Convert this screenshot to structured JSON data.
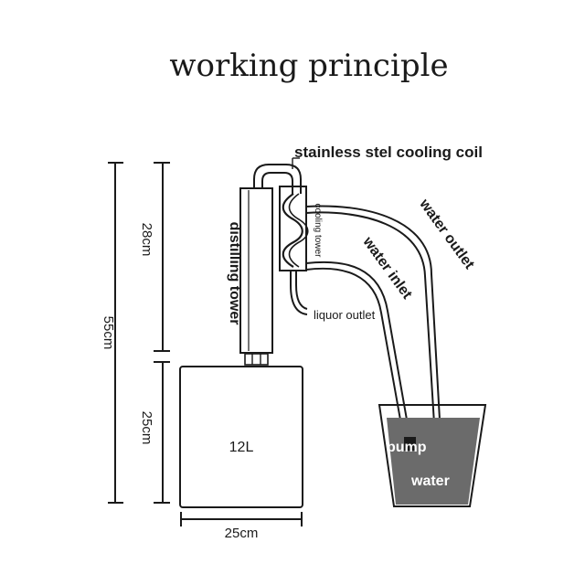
{
  "title": "working principle",
  "labels": {
    "cooling_coil": "stainless stel cooling coil",
    "distilling_tower": "distilling tower",
    "cooling_tower": "cooling tower",
    "liquor_outlet": "liquor outlet",
    "water_inlet": "water inlet",
    "water_outlet": "water outlet",
    "pump": "pump",
    "water": "water",
    "pot_volume": "12L"
  },
  "dimensions": {
    "total_height": "55cm",
    "tower_height": "28cm",
    "pot_height": "25cm",
    "pot_width": "25cm"
  },
  "colors": {
    "water_fill": "#6b6b6b",
    "line": "#1a1a1a"
  }
}
